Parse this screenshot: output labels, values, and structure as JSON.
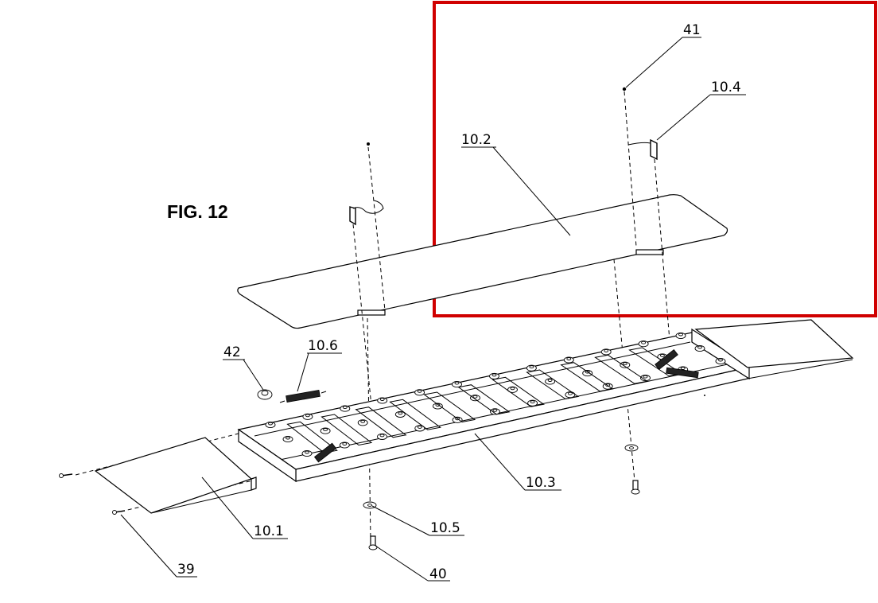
{
  "figure": {
    "title": "FIG. 12"
  },
  "callouts": [
    {
      "id": "41",
      "label": "41"
    },
    {
      "id": "10-4",
      "label": "10.4"
    },
    {
      "id": "10-2",
      "label": "10.2"
    },
    {
      "id": "42",
      "label": "42"
    },
    {
      "id": "10-6",
      "label": "10.6"
    },
    {
      "id": "10-3",
      "label": "10.3"
    },
    {
      "id": "10-1",
      "label": "10.1"
    },
    {
      "id": "10-5",
      "label": "10.5"
    },
    {
      "id": "39",
      "label": "39"
    },
    {
      "id": "40",
      "label": "40"
    }
  ],
  "highlight": {
    "color": "#d00000"
  }
}
